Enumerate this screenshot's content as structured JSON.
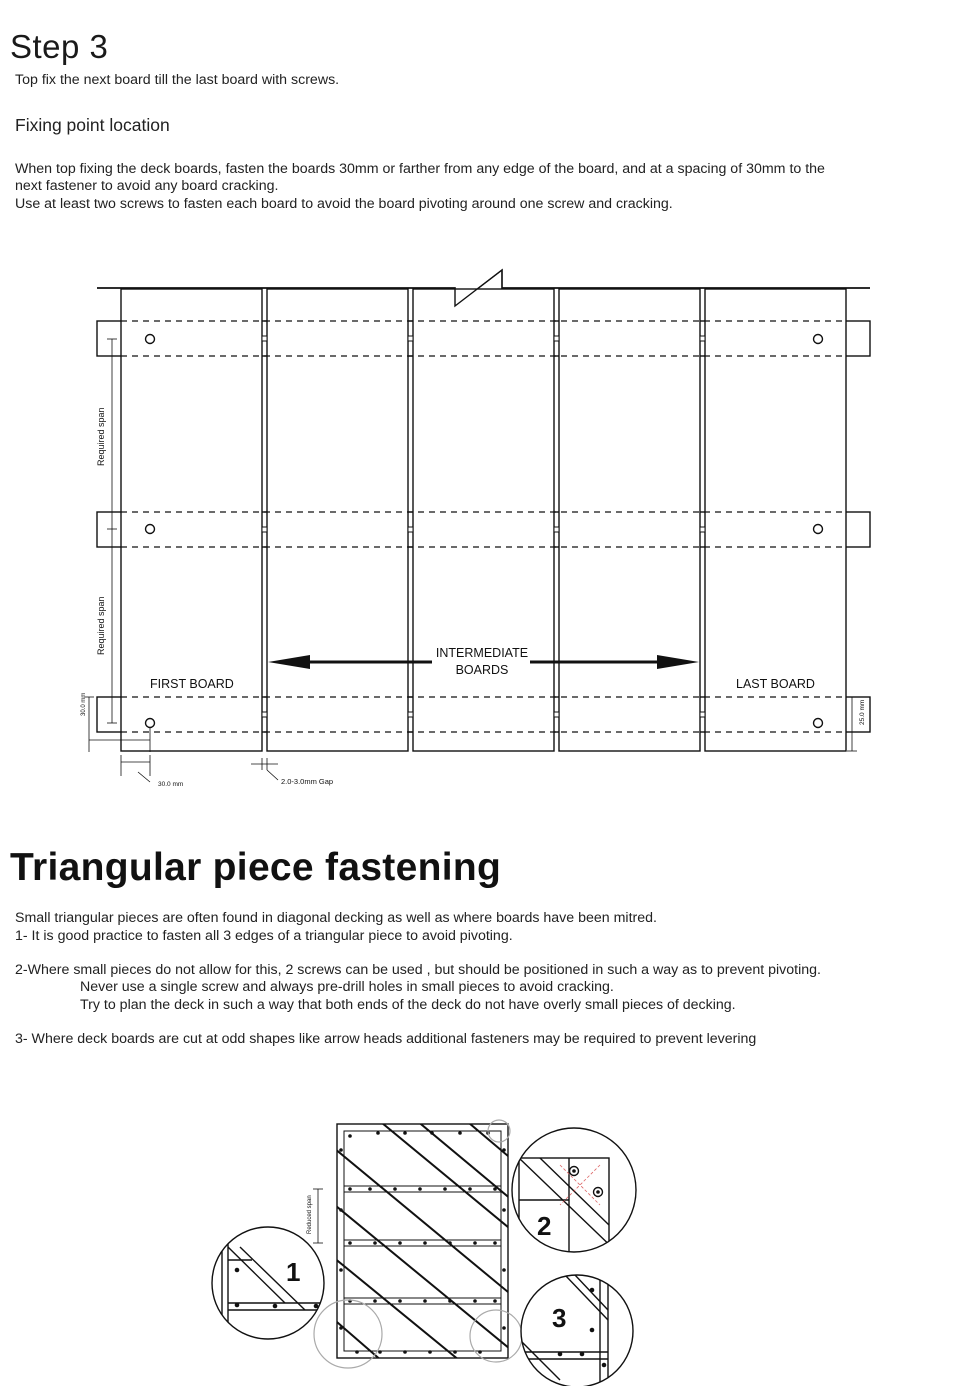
{
  "step": {
    "title": "Step 3",
    "intro": "Top fix the next board till the last board with screws.",
    "fixing_heading": "Fixing point location",
    "fixing_para_1": "When top fixing the deck boards, fasten the boards 30mm or farther from any edge of the board, and at a spacing of 30mm to the",
    "fixing_para_2": "next fastener to avoid any board cracking.",
    "fixing_para_3": "Use at least two screws to fasten each board to avoid the board pivoting around one screw and cracking."
  },
  "diagram1": {
    "first_board": "FIRST BOARD",
    "intermediate_line1": "INTERMEDIATE",
    "intermediate_line2": "BOARDS",
    "last_board": "LAST BOARD",
    "required_span": "Required span",
    "dim_30_left": "30.0 mm",
    "dim_30_bottom": "30.0 mm",
    "dim_25": "25.0 mm",
    "gap": "2.0-3.0mm Gap"
  },
  "triangular": {
    "title": "Triangular piece fastening",
    "line1": "Small triangular pieces are often found in diagonal decking as well as where boards have been mitred.",
    "line2": "1- It is good practice to fasten all 3 edges of a triangular piece to avoid pivoting.",
    "line3": "2-Where small pieces do not allow for this, 2 screws can be used , but should be positioned in such a way as to prevent pivoting.",
    "line4": "Never use a single screw and always pre-drill holes in small pieces to avoid cracking.",
    "line5": "Try to plan the deck in such a way that both ends of the deck do not have overly small pieces of decking.",
    "line6": "3- Where deck boards are cut at odd shapes like arrow heads additional fasteners may be required to prevent levering"
  },
  "diagram2": {
    "reduced_span": "Reduced span",
    "callout_1": "1",
    "callout_2": "2",
    "callout_3": "3"
  }
}
